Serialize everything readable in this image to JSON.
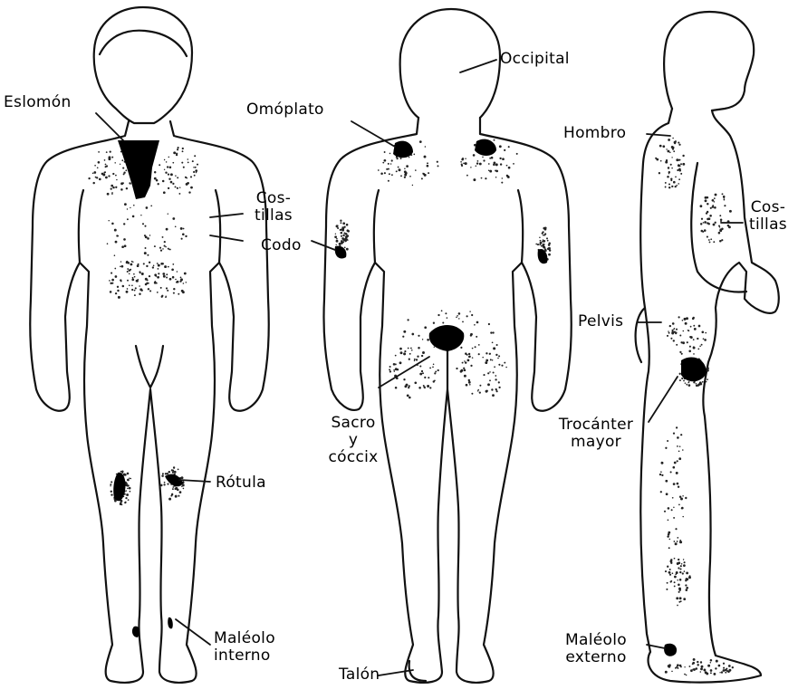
{
  "labels": {
    "eslomon": "Eslomón",
    "costillas_front_1": "Cos-",
    "costillas_front_2": "tillas",
    "codo": "Codo",
    "rotula": "Rótula",
    "maleolo_interno_1": "Maléolo",
    "maleolo_interno_2": "interno",
    "occipital": "Occipital",
    "omoplato": "Omóplato",
    "sacro_1": "Sacro",
    "sacro_2": "y",
    "sacro_3": "cóccix",
    "talon": "Talón",
    "hombro": "Hombro",
    "costillas_side_1": "Cos-",
    "costillas_side_2": "tillas",
    "pelvis": "Pelvis",
    "trocanter_1": "Trocánter",
    "trocanter_2": "mayor",
    "maleolo_externo_1": "Maléolo",
    "maleolo_externo_2": "externo"
  }
}
